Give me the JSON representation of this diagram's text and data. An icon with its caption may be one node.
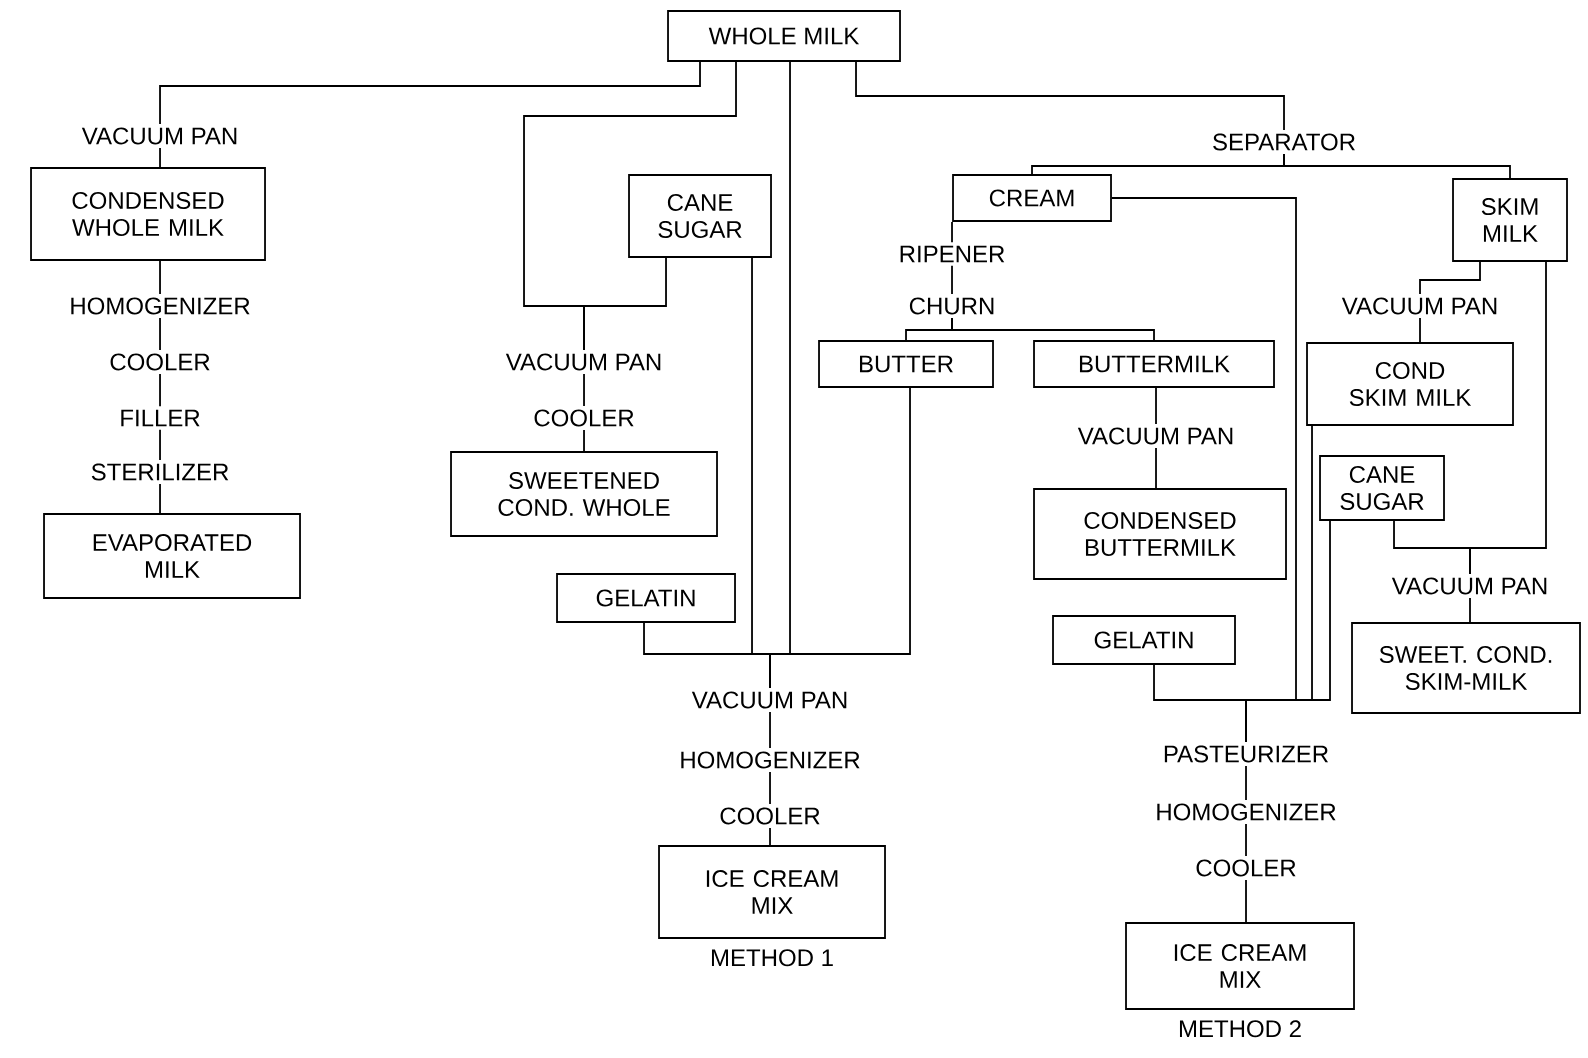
{
  "diagram": {
    "nodes": [
      {
        "text": [
          "WHOLE MILK"
        ]
      },
      {
        "text": [
          "VACUUM PAN"
        ]
      },
      {
        "text": [
          "CONDENSED WHOLE MILK"
        ]
      },
      {
        "text": [
          "HOMOGENIZER"
        ]
      },
      {
        "text": [
          "COOLER"
        ]
      },
      {
        "text": [
          "FILLER"
        ]
      },
      {
        "text": [
          "STERILIZER"
        ]
      },
      {
        "text": [
          "EVAPORATED MILK"
        ]
      },
      {
        "text": [
          "CANE SUGAR"
        ]
      },
      {
        "text": [
          "VACUUM PAN"
        ]
      },
      {
        "text": [
          "COOLER"
        ]
      },
      {
        "text": [
          "SWEETENED COND. WHOLE"
        ]
      },
      {
        "text": [
          "GELATIN"
        ]
      },
      {
        "text": [
          "VACUUM PAN"
        ]
      },
      {
        "text": [
          "HOMOGENIZER"
        ]
      },
      {
        "text": [
          "COOLER"
        ]
      },
      {
        "text": [
          "ICE CREAM MIX"
        ],
        "beside": [
          "METHOD 1"
        ]
      },
      {
        "text": [
          "SEPARATOR"
        ]
      },
      {
        "text": [
          "CREAM"
        ]
      },
      {
        "text": [
          "SKIM MILK"
        ]
      },
      {
        "text": [
          "RIPENER"
        ]
      },
      {
        "text": [
          "CHURN"
        ]
      },
      {
        "text": [
          "BUTTER"
        ]
      },
      {
        "text": [
          "BUTTERMILK"
        ]
      },
      {
        "text": [
          "VACUUM PAN"
        ]
      },
      {
        "text": [
          "CONDENSED BUTTERMILK"
        ]
      },
      {
        "text": [
          "VACUUM PAN"
        ]
      },
      {
        "text": [
          "COND SKIM MILK"
        ]
      },
      {
        "text": [
          "CANE SUGAR"
        ]
      },
      {
        "text": [
          "VACUUM PAN"
        ]
      },
      {
        "text": [
          "SWEET. COND. SKIM-MILK"
        ]
      },
      {
        "text": [
          "GELATIN"
        ]
      },
      {
        "text": [
          "PASTEURIZER"
        ]
      },
      {
        "text": [
          "HOMOGENIZER"
        ]
      },
      {
        "text": [
          "COOLER"
        ]
      },
      {
        "text": [
          "ICE CREAM MIX"
        ],
        "beside": [
          "METHOD 2"
        ]
      }
    ],
    "edges": [
      {
        "from": 0,
        "to": 1,
        "arrow": "none"
      },
      {
        "from": 1,
        "to": 2,
        "arrow": "none"
      },
      {
        "from": 2,
        "to": 3,
        "arrow": "none"
      },
      {
        "from": 3,
        "to": 4,
        "arrow": "none"
      },
      {
        "from": 4,
        "to": 5,
        "arrow": "none"
      },
      {
        "from": 5,
        "to": 6,
        "arrow": "none"
      },
      {
        "from": 6,
        "to": 7,
        "arrow": "none"
      },
      {
        "from": 0,
        "to": 9,
        "arrow": "none"
      },
      {
        "from": 8,
        "to": 9,
        "arrow": "none"
      },
      {
        "from": 9,
        "to": 10,
        "arrow": "none"
      },
      {
        "from": 10,
        "to": 11,
        "arrow": "none"
      },
      {
        "from": 0,
        "to": 13,
        "arrow": "none"
      },
      {
        "from": 8,
        "to": 13,
        "arrow": "none"
      },
      {
        "from": 12,
        "to": 13,
        "arrow": "none"
      },
      {
        "from": 22,
        "to": 13,
        "arrow": "none"
      },
      {
        "from": 13,
        "to": 14,
        "arrow": "none"
      },
      {
        "from": 14,
        "to": 15,
        "arrow": "none"
      },
      {
        "from": 15,
        "to": 16,
        "arrow": "none"
      },
      {
        "from": 0,
        "to": 17,
        "arrow": "none"
      },
      {
        "from": 17,
        "to": 18,
        "arrow": "none"
      },
      {
        "from": 17,
        "to": 19,
        "arrow": "none"
      },
      {
        "from": 18,
        "to": 20,
        "arrow": "none"
      },
      {
        "from": 20,
        "to": 21,
        "arrow": "none"
      },
      {
        "from": 21,
        "to": 22,
        "arrow": "none"
      },
      {
        "from": 21,
        "to": 23,
        "arrow": "none"
      },
      {
        "from": 23,
        "to": 24,
        "arrow": "none"
      },
      {
        "from": 24,
        "to": 25,
        "arrow": "none"
      },
      {
        "from": 19,
        "to": 26,
        "arrow": "none"
      },
      {
        "from": 26,
        "to": 27,
        "arrow": "none"
      },
      {
        "from": 18,
        "to": 32,
        "arrow": "none"
      },
      {
        "from": 27,
        "to": 32,
        "arrow": "none"
      },
      {
        "from": 28,
        "to": 32,
        "arrow": "none"
      },
      {
        "from": 31,
        "to": 32,
        "arrow": "none"
      },
      {
        "from": 28,
        "to": 29,
        "arrow": "none"
      },
      {
        "from": 19,
        "to": 29,
        "arrow": "none"
      },
      {
        "from": 29,
        "to": 30,
        "arrow": "none"
      },
      {
        "from": 32,
        "to": 33,
        "arrow": "none"
      },
      {
        "from": 33,
        "to": 34,
        "arrow": "none"
      },
      {
        "from": 34,
        "to": 35,
        "arrow": "none"
      }
    ]
  }
}
